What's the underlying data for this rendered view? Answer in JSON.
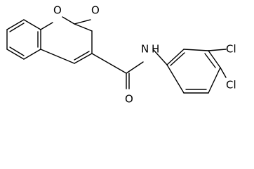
{
  "molecule": {
    "atom_labels": {
      "ring_oxygen": "O",
      "carbonyl_oxygen": "O",
      "amide_nitrogen": "N",
      "amide_hydrogen": "H",
      "amide_oxygen": "O",
      "chlorine_meta": "Cl",
      "chlorine_para": "Cl"
    }
  }
}
